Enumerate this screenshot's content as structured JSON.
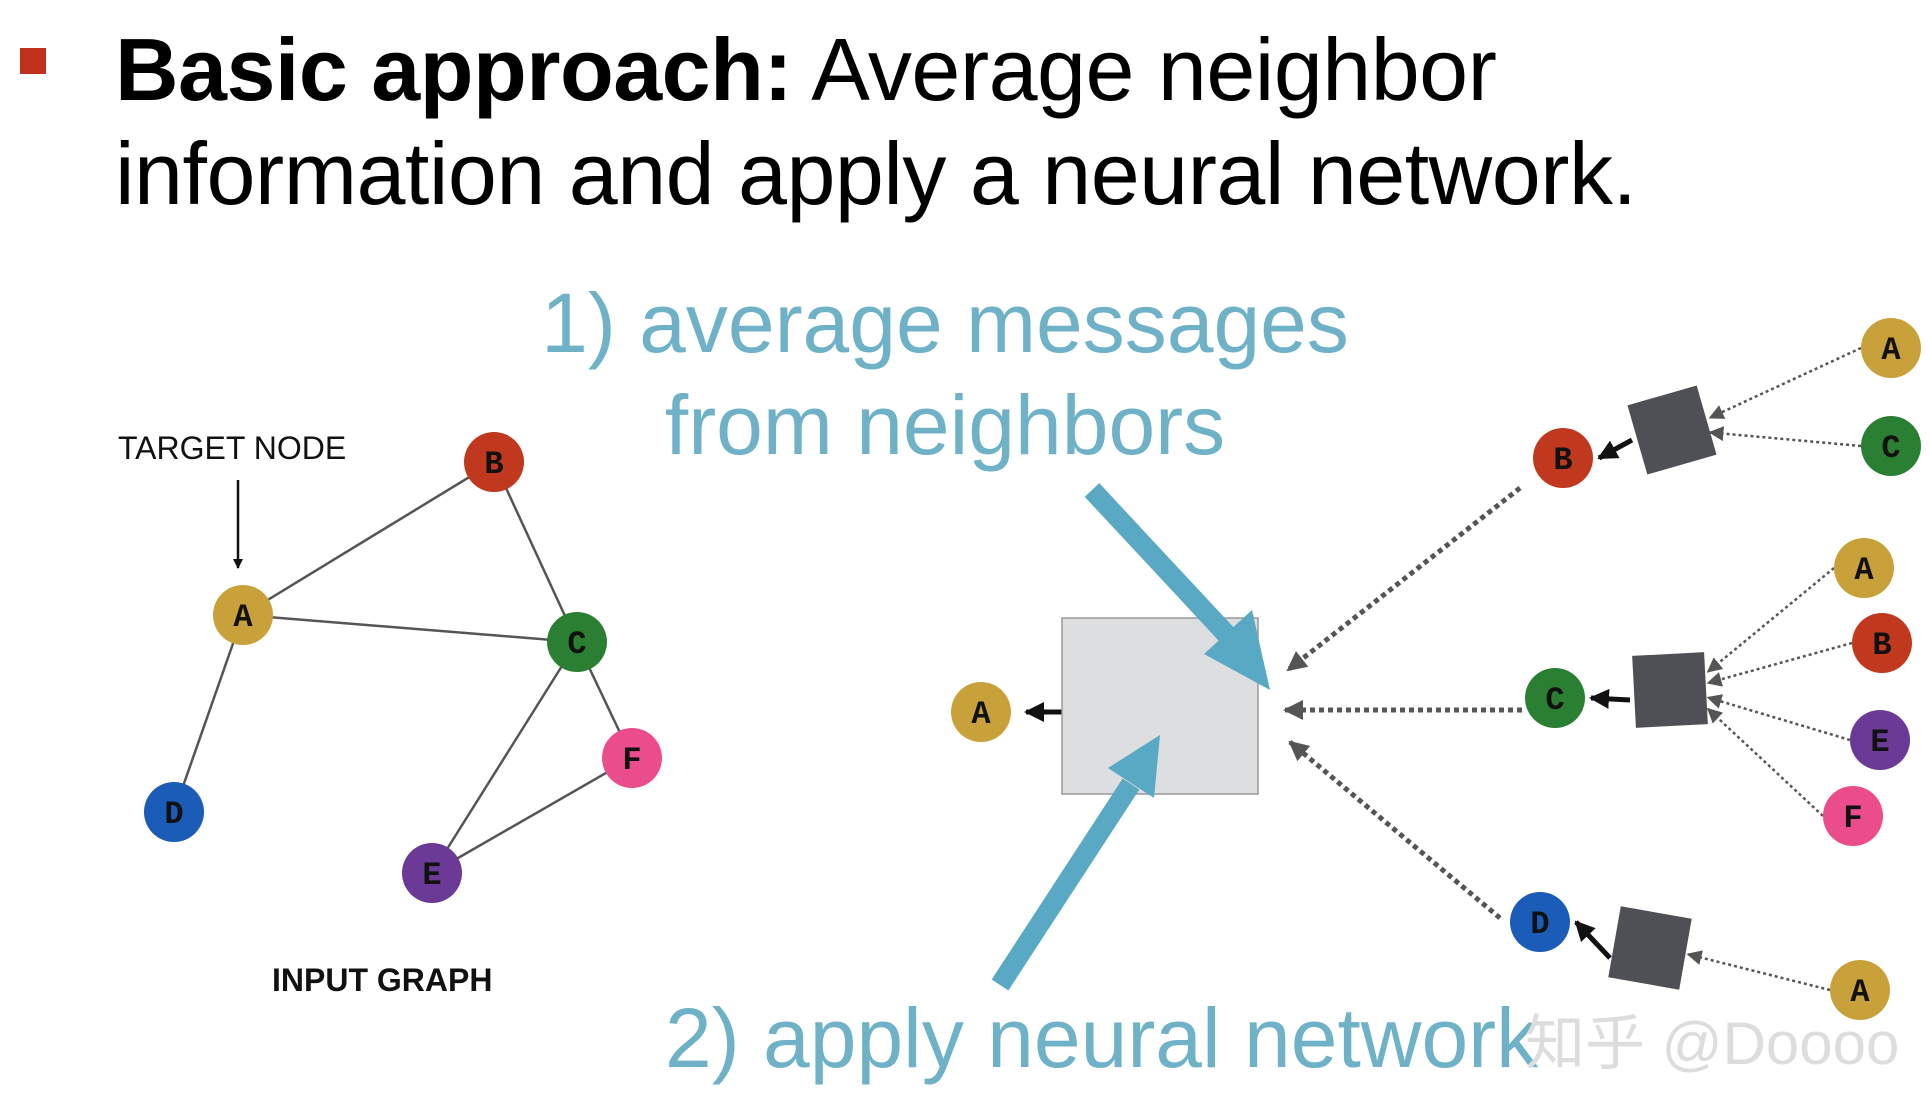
{
  "headline": {
    "bold": "Basic approach:",
    "line1_rest": "Average neighbor",
    "line2": "information  and apply a neural network."
  },
  "step1": {
    "line1": "1) average messages",
    "line2": "from neighbors"
  },
  "step2": "2) apply neural network",
  "target_label": "TARGET NODE",
  "graph_caption": "INPUT GRAPH",
  "watermark": "知乎 @Doooo",
  "colors": {
    "bullet": "#c0321c",
    "accent_arrow": "#5aa9c4",
    "A": "#c9a13a",
    "B": "#c0391f",
    "C": "#2b7f33",
    "D": "#1a5cb8",
    "E": "#6a3a96",
    "F": "#ea4c8c",
    "aggregator_box": "#4e5056",
    "main_box": "#dcdee0"
  },
  "input_graph": {
    "nodes": [
      {
        "id": "A",
        "label": "A",
        "color": "#c9a13a"
      },
      {
        "id": "B",
        "label": "B",
        "color": "#c0391f"
      },
      {
        "id": "C",
        "label": "C",
        "color": "#2b7f33"
      },
      {
        "id": "D",
        "label": "D",
        "color": "#1a5cb8"
      },
      {
        "id": "E",
        "label": "E",
        "color": "#6a3a96"
      },
      {
        "id": "F",
        "label": "F",
        "color": "#ea4c8c"
      }
    ],
    "edges": [
      [
        "A",
        "B"
      ],
      [
        "A",
        "C"
      ],
      [
        "A",
        "D"
      ],
      [
        "B",
        "C"
      ],
      [
        "C",
        "E"
      ],
      [
        "C",
        "F"
      ],
      [
        "E",
        "F"
      ]
    ]
  },
  "computation_graph": {
    "root": "A",
    "level1": [
      {
        "id": "B",
        "neighbors": [
          "A",
          "C"
        ]
      },
      {
        "id": "C",
        "neighbors": [
          "A",
          "B",
          "E",
          "F"
        ]
      },
      {
        "id": "D",
        "neighbors": [
          "A"
        ]
      }
    ]
  }
}
